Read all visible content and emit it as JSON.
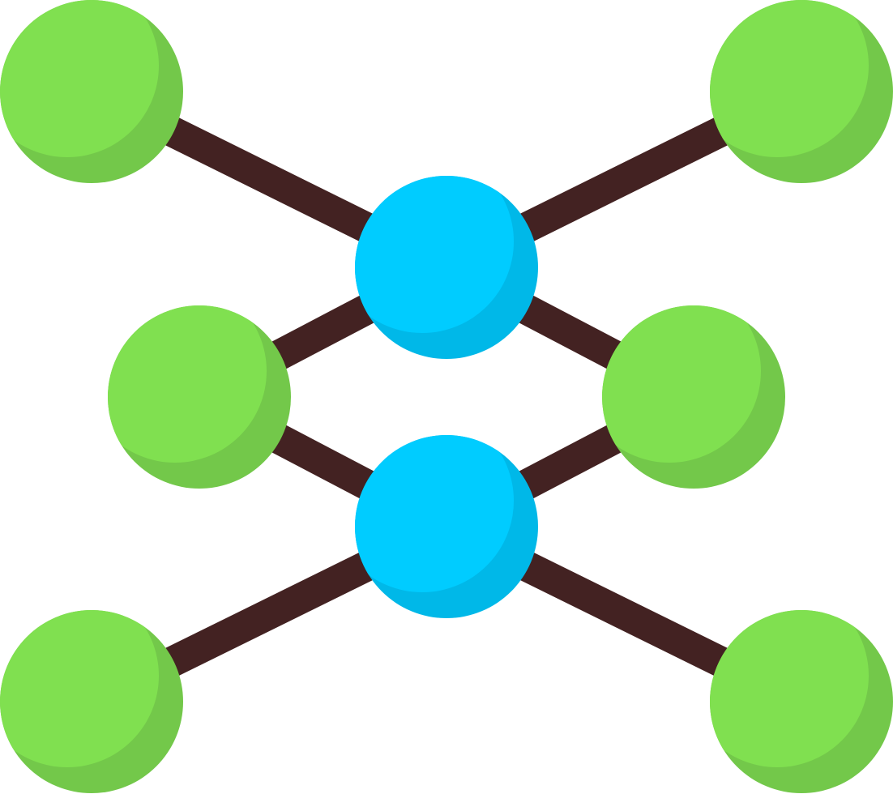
{
  "icon": {
    "name": "network-nodes-icon",
    "colors": {
      "background": "#ffffff",
      "connector": "#432222",
      "outer_node": "#80e050",
      "outer_node_shade": "#73c84a",
      "hub_node": "#00ccff",
      "hub_node_shade": "#00b8e8"
    },
    "nodes": [
      {
        "id": "top-left",
        "role": "outer"
      },
      {
        "id": "top-right",
        "role": "outer"
      },
      {
        "id": "middle-left",
        "role": "outer"
      },
      {
        "id": "middle-right",
        "role": "outer"
      },
      {
        "id": "bottom-left",
        "role": "outer"
      },
      {
        "id": "bottom-right",
        "role": "outer"
      },
      {
        "id": "upper-hub",
        "role": "hub"
      },
      {
        "id": "lower-hub",
        "role": "hub"
      }
    ],
    "edges": [
      [
        "top-left",
        "upper-hub"
      ],
      [
        "top-right",
        "upper-hub"
      ],
      [
        "middle-left",
        "upper-hub"
      ],
      [
        "middle-right",
        "upper-hub"
      ],
      [
        "middle-left",
        "lower-hub"
      ],
      [
        "middle-right",
        "lower-hub"
      ],
      [
        "bottom-left",
        "lower-hub"
      ],
      [
        "bottom-right",
        "lower-hub"
      ]
    ]
  }
}
